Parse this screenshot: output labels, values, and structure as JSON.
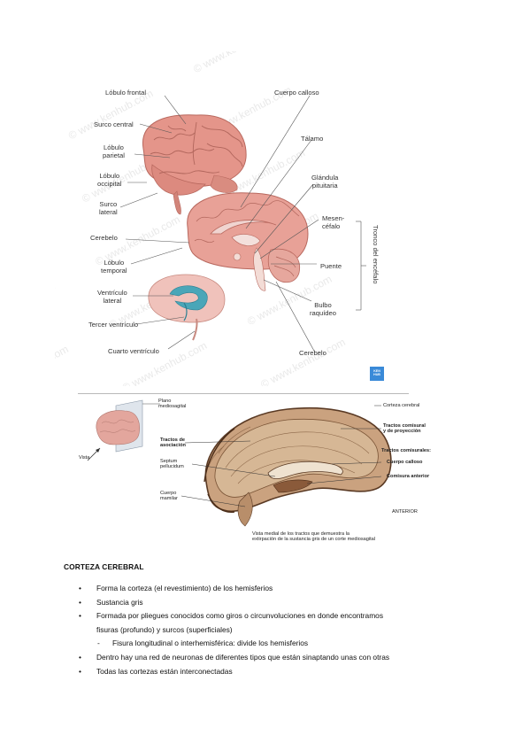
{
  "figure1": {
    "labels": {
      "lobulo_frontal": "Lóbulo frontal",
      "cuerpo_calloso": "Cuerpo calloso",
      "surco_central": "Surco central",
      "talamo": "Tálamo",
      "lobulo_parietal": "Lóbulo\nparietal",
      "glandula_pituitaria": "Glándula\npituitaria",
      "lobulo_occipital": "Lóbulo\noccipital",
      "surco_lateral": "Surco\nlateral",
      "mesencefalo": "Mesen-\ncéfalo",
      "tronco_encefalo": "Tronco del encéfalo",
      "cerebelo_left": "Cerebelo",
      "puente": "Puente",
      "lobulo_temporal": "Lóbulo\ntemporal",
      "ventriculo_lateral": "Ventrículo\nlateral",
      "bulbo_raquideo": "Bulbo\nraquídeo",
      "tercer_ventriculo": "Tercer ventrículo",
      "cuarto_ventriculo": "Cuarto ventrículo",
      "cerebelo_right": "Cerebelo"
    },
    "watermark": "© www.kenhub.com",
    "badge": "KEN HUB"
  },
  "figure2": {
    "labels": {
      "plano_mediosagital": "Plano\nmediosagital",
      "vista": "Vista",
      "corteza_cerebral": "Corteza cerebral",
      "tractos_comisural": "Tractos comisural\ny de proyección",
      "tractos_asociacion": "Tractos de\nasociación",
      "tractos_comisurales": "Tractos comisurales:",
      "septum_pellucidum": "Septum\npellucidum",
      "cuerpo_calloso": "Cuerpo calloso",
      "comisura_anterior": "Comisura anterior",
      "cuerpo_mamilar": "Cuerpo\nmamilar",
      "anterior": "ANTERIOR",
      "caption": "Vista medial de los tractos que demuestra la\nextirpación de la sustancia gris de un corte mediosagital"
    }
  },
  "section": {
    "heading": "CORTEZA CEREBRAL",
    "bullets": [
      "Forma la corteza (el revestimiento) de los hemisferios",
      "Sustancia gris",
      "Formada por pliegues conocidos como giros o circunvoluciones en donde encontramos",
      "fisuras (profundo) y surcos (superficiales)",
      "Fisura longitudinal o interhemisférica: divide los hemisferios",
      "Dentro hay una red de neuronas de diferentes tipos que están sinaptando unas con otras",
      "Todas las cortezas están interconectadas"
    ],
    "bullet_symbol": "•",
    "dash_symbol": "-"
  }
}
